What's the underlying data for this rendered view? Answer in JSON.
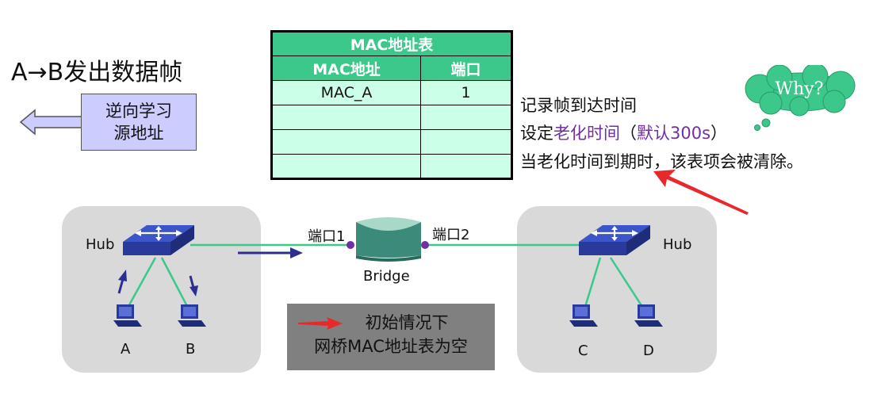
{
  "title": "A→B发出数据帧",
  "learn_box": {
    "line1": "逆向学习",
    "line2": "源地址"
  },
  "mac_table": {
    "caption": "MAC地址表",
    "headers": [
      "MAC地址",
      "端口"
    ],
    "rows": [
      [
        "MAC_A",
        "1"
      ],
      [
        "",
        ""
      ],
      [
        "",
        ""
      ],
      [
        "",
        ""
      ]
    ]
  },
  "notes": {
    "line1": "记录帧到达时间",
    "line2_prefix": "设定",
    "line2_highlight1": "老化时间",
    "line2_paren_open": "（",
    "line2_highlight2": "默认300s",
    "line2_paren_close": "）",
    "line3": "当老化时间到期时，该表项会被清除。"
  },
  "cloud_text": "Why?",
  "network": {
    "left_hub": "Hub",
    "right_hub": "Hub",
    "bridge": "Bridge",
    "port1": "端口1",
    "port2": "端口2",
    "hosts": [
      "A",
      "B",
      "C",
      "D"
    ]
  },
  "status_box": {
    "line1": "初始情况下",
    "line2": "网桥MAC地址表为空"
  },
  "colors": {
    "link": "#3cc88a",
    "hub": "#3344aa",
    "arrow_blue": "#2b2f8f",
    "arrow_red": "#e8282a",
    "purple": "#7030a0",
    "port_dot": "#7030a0",
    "bridge": "#3b8a7a"
  }
}
